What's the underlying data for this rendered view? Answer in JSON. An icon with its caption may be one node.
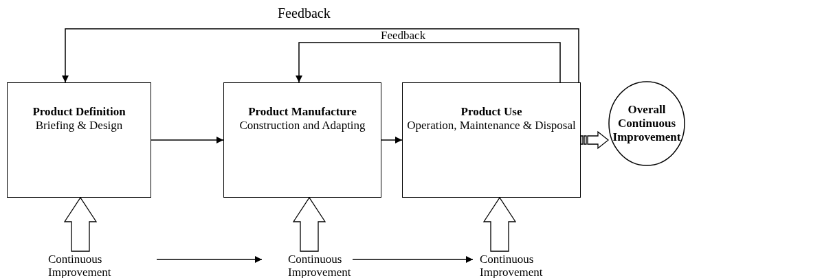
{
  "diagram": {
    "nodes": [
      {
        "text": [
          "Product Definition",
          "Briefing & Design"
        ]
      },
      {
        "text": [
          "Product Manufacture",
          "Construction and Adapting"
        ]
      },
      {
        "text": [
          "Product Use",
          "Operation, Maintenance & Disposal"
        ]
      },
      {
        "text": [
          "Overall Continuous Improvement"
        ]
      },
      {
        "text": [
          "Continuous Improvement"
        ]
      },
      {
        "text": [
          "Continuous Improvement"
        ]
      },
      {
        "text": [
          "Continuous Improvement"
        ]
      }
    ],
    "edges": [
      {
        "from": 0,
        "to": 1,
        "arrow": "to"
      },
      {
        "from": 1,
        "to": 2,
        "arrow": "to"
      },
      {
        "from": 2,
        "to": 0,
        "arrow": "to",
        "label": "Feedback"
      },
      {
        "from": 2,
        "to": 1,
        "arrow": "to",
        "label": "Feedback"
      },
      {
        "from": 2,
        "to": 3,
        "arrow": "to",
        "style": "thick"
      },
      {
        "from": 4,
        "to": 0,
        "arrow": "to",
        "style": "thick"
      },
      {
        "from": 5,
        "to": 1,
        "arrow": "to",
        "style": "thick"
      },
      {
        "from": 6,
        "to": 2,
        "arrow": "to",
        "style": "thick"
      },
      {
        "from": 4,
        "to": 5,
        "arrow": "to"
      },
      {
        "from": 5,
        "to": 6,
        "arrow": "to"
      }
    ]
  }
}
